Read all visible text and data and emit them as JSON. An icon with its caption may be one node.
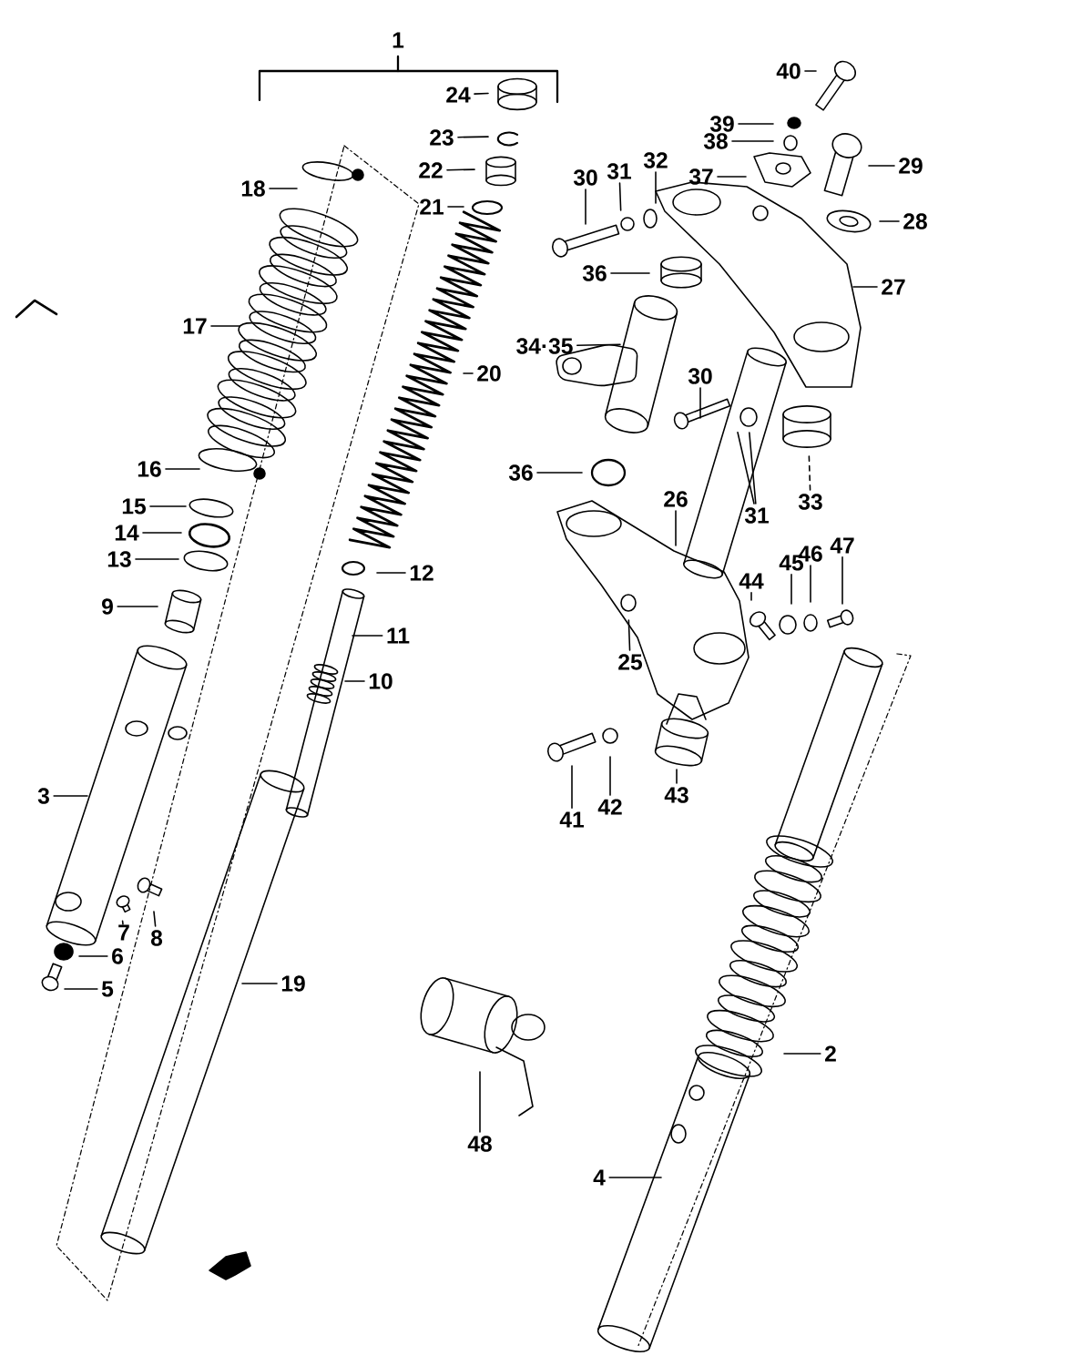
{
  "diagram": {
    "nodes": [
      {
        "text": [
          "40"
        ]
      },
      {
        "text": [
          "24"
        ]
      },
      {
        "text": [
          "39"
        ]
      },
      {
        "text": [
          "23"
        ]
      },
      {
        "text": [
          "38"
        ]
      },
      {
        "text": [
          "32"
        ]
      },
      {
        "text": [
          "29"
        ]
      },
      {
        "text": [
          "31"
        ]
      },
      {
        "text": [
          "37"
        ]
      },
      {
        "text": [
          "22"
        ]
      },
      {
        "text": [
          "30"
        ]
      },
      {
        "text": [
          "18"
        ]
      },
      {
        "text": [
          "21"
        ]
      },
      {
        "text": [
          "28"
        ]
      },
      {
        "text": [
          "36"
        ]
      },
      {
        "text": [
          "27"
        ]
      },
      {
        "text": [
          "17"
        ]
      },
      {
        "text": [
          "34·35"
        ]
      },
      {
        "text": [
          "20"
        ]
      },
      {
        "text": [
          "30"
        ]
      },
      {
        "text": [
          "16"
        ]
      },
      {
        "text": [
          "36"
        ]
      },
      {
        "text": [
          "26"
        ]
      },
      {
        "text": [
          "33"
        ]
      },
      {
        "text": [
          "15"
        ]
      },
      {
        "text": [
          "31"
        ]
      },
      {
        "text": [
          "14"
        ]
      },
      {
        "text": [
          "47"
        ]
      },
      {
        "text": [
          "46"
        ]
      },
      {
        "text": [
          "13"
        ]
      },
      {
        "text": [
          "45"
        ]
      },
      {
        "text": [
          "12"
        ]
      },
      {
        "text": [
          "44"
        ]
      },
      {
        "text": [
          "9"
        ]
      },
      {
        "text": [
          "11"
        ]
      },
      {
        "text": [
          "25"
        ]
      },
      {
        "text": [
          "10"
        ]
      },
      {
        "text": [
          "43"
        ]
      },
      {
        "text": [
          "3"
        ]
      },
      {
        "text": [
          "42"
        ]
      },
      {
        "text": [
          "41"
        ]
      },
      {
        "text": [
          "8"
        ]
      },
      {
        "text": [
          "7"
        ]
      },
      {
        "text": [
          "6"
        ]
      },
      {
        "text": [
          "19"
        ]
      },
      {
        "text": [
          "5"
        ]
      },
      {
        "text": [
          "2"
        ]
      },
      {
        "text": [
          "48"
        ]
      },
      {
        "text": [
          "4"
        ]
      }
    ],
    "edges": [
      {
        "from": 0,
        "to": null,
        "arrow": "none"
      },
      {
        "from": 1,
        "to": null,
        "arrow": "none"
      },
      {
        "from": 2,
        "to": null,
        "arrow": "none"
      },
      {
        "from": 3,
        "to": null,
        "arrow": "none"
      },
      {
        "from": 4,
        "to": null,
        "arrow": "none"
      },
      {
        "from": 5,
        "to": null,
        "arrow": "none"
      },
      {
        "from": 6,
        "to": null,
        "arrow": "none"
      },
      {
        "from": 7,
        "to": null,
        "arrow": "none"
      },
      {
        "from": 8,
        "to": null,
        "arrow": "none"
      },
      {
        "from": 9,
        "to": null,
        "arrow": "none"
      },
      {
        "from": 10,
        "to": null,
        "arrow": "none"
      },
      {
        "from": 11,
        "to": null,
        "arrow": "none"
      },
      {
        "from": 12,
        "to": null,
        "arrow": "none"
      },
      {
        "from": 13,
        "to": null,
        "arrow": "none"
      },
      {
        "from": 14,
        "to": null,
        "arrow": "none"
      },
      {
        "from": 15,
        "to": null,
        "arrow": "none"
      },
      {
        "from": 16,
        "to": null,
        "arrow": "none"
      },
      {
        "from": 17,
        "to": null,
        "arrow": "none"
      },
      {
        "from": 18,
        "to": null,
        "arrow": "none"
      },
      {
        "from": 19,
        "to": null,
        "arrow": "none"
      },
      {
        "from": 20,
        "to": null,
        "arrow": "none"
      },
      {
        "from": 21,
        "to": null,
        "arrow": "none"
      },
      {
        "from": 22,
        "to": null,
        "arrow": "none"
      },
      {
        "from": 23,
        "to": null,
        "arrow": "none",
        "style": "dashed"
      },
      {
        "from": 24,
        "to": null,
        "arrow": "none"
      },
      {
        "from": 25,
        "to": null,
        "arrow": "none"
      },
      {
        "from": 25,
        "to": null,
        "arrow": "none"
      },
      {
        "from": 26,
        "to": null,
        "arrow": "none"
      },
      {
        "from": 27,
        "to": null,
        "arrow": "none"
      },
      {
        "from": 28,
        "to": null,
        "arrow": "none"
      },
      {
        "from": 29,
        "to": null,
        "arrow": "none"
      },
      {
        "from": 30,
        "to": null,
        "arrow": "none"
      },
      {
        "from": 31,
        "to": null,
        "arrow": "none"
      },
      {
        "from": 32,
        "to": null,
        "arrow": "none"
      },
      {
        "from": 33,
        "to": null,
        "arrow": "none"
      },
      {
        "from": 34,
        "to": null,
        "arrow": "none"
      },
      {
        "from": 35,
        "to": null,
        "arrow": "none"
      },
      {
        "from": 36,
        "to": null,
        "arrow": "none"
      },
      {
        "from": 37,
        "to": null,
        "arrow": "none"
      },
      {
        "from": 38,
        "to": null,
        "arrow": "none"
      },
      {
        "from": 39,
        "to": null,
        "arrow": "none"
      },
      {
        "from": 40,
        "to": null,
        "arrow": "none"
      },
      {
        "from": 41,
        "to": null,
        "arrow": "none"
      },
      {
        "from": 42,
        "to": null,
        "arrow": "none"
      },
      {
        "from": 43,
        "to": null,
        "arrow": "none"
      },
      {
        "from": 44,
        "to": null,
        "arrow": "none"
      },
      {
        "from": 45,
        "to": null,
        "arrow": "none"
      },
      {
        "from": 46,
        "to": null,
        "arrow": "none"
      },
      {
        "from": 47,
        "to": null,
        "arrow": "none"
      },
      {
        "from": 48,
        "to": null,
        "arrow": "none"
      }
    ],
    "labels": [
      "1"
    ]
  }
}
